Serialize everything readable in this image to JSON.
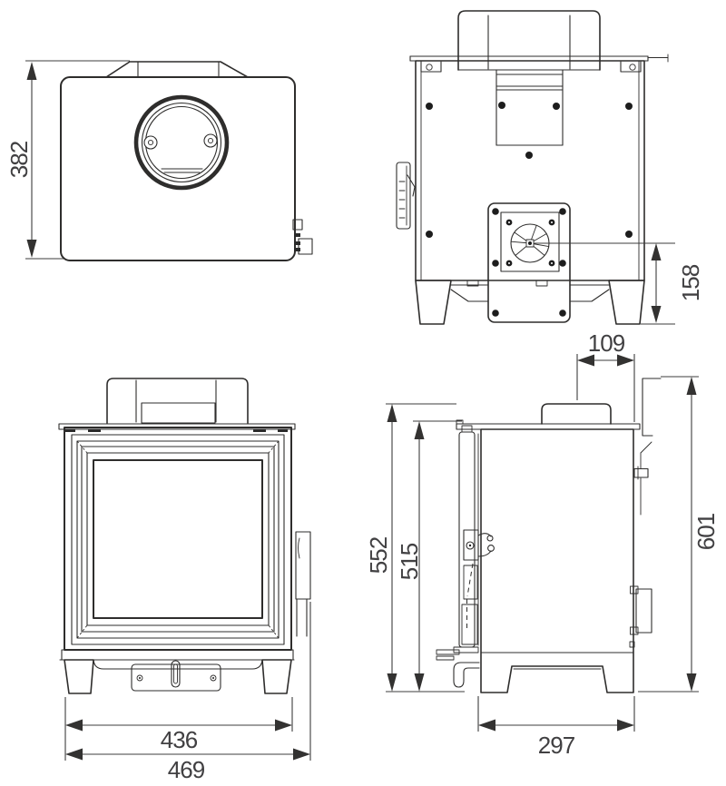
{
  "drawing": {
    "background_color": "#ffffff",
    "line_color": "#2e2d2c",
    "dimension_text_color": "#414042",
    "dimensions": {
      "top_view_depth": "382",
      "rear_flue_centre_height": "158",
      "side_flue_centre_to_rear": "109",
      "side_height_to_flue_collar": "552",
      "side_height_to_top_plate": "515",
      "side_overall_height": "601",
      "side_base_depth": "297",
      "front_body_width": "436",
      "front_overall_width": "469"
    }
  }
}
